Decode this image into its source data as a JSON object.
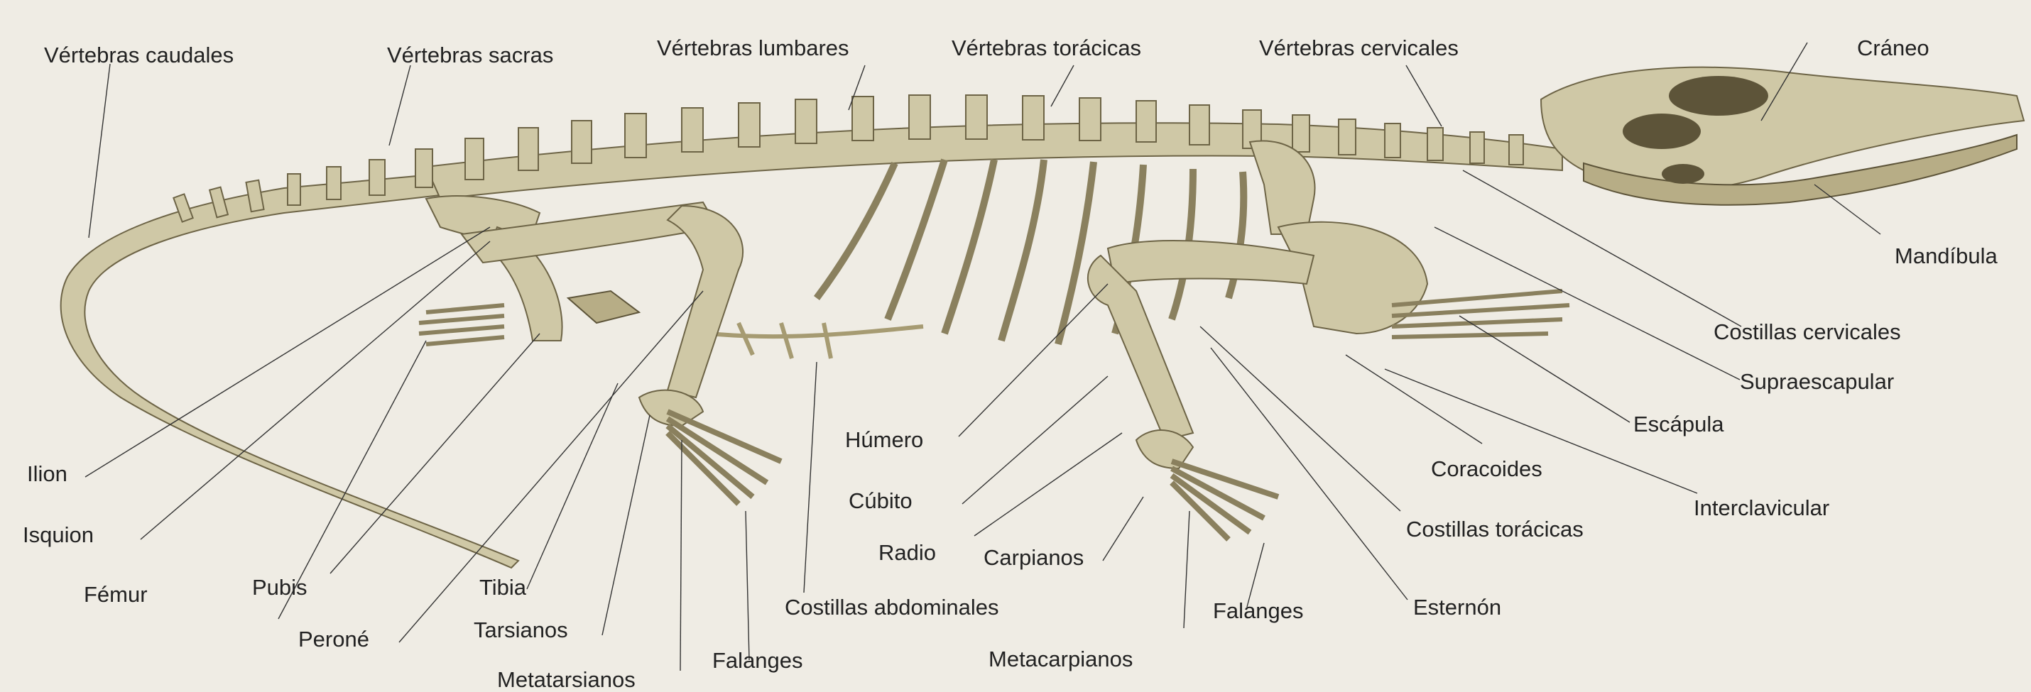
{
  "labels": {
    "vertebras_caudales": "Vértebras caudales",
    "vertebras_sacras": "Vértebras sacras",
    "vertebras_lumbares": "Vértebras lumbares",
    "vertebras_toracicas": "Vértebras torácicas",
    "vertebras_cervicales": "Vértebras cervicales",
    "craneo": "Cráneo",
    "mandibula": "Mandíbula",
    "costillas_cervicales": "Costillas cervicales",
    "supraescapular": "Supraescapular",
    "escapula": "Escápula",
    "coracoides": "Coracoides",
    "interclavicular": "Interclavicular",
    "costillas_toracicas": "Costillas torácicas",
    "esternon": "Esternón",
    "falanges_front": "Falanges",
    "metacarpianos": "Metacarpianos",
    "carpianos": "Carpianos",
    "radio": "Radio",
    "cubito": "Cúbito",
    "humero": "Húmero",
    "costillas_abdominales": "Costillas abdominales",
    "falanges_hind": "Falanges",
    "metatarsianos": "Metatarsianos",
    "tarsianos": "Tarsianos",
    "tibia": "Tibia",
    "perone": "Peroné",
    "pubis": "Pubis",
    "femur": "Fémur",
    "isquion": "Isquion",
    "ilion": "Ilion"
  }
}
